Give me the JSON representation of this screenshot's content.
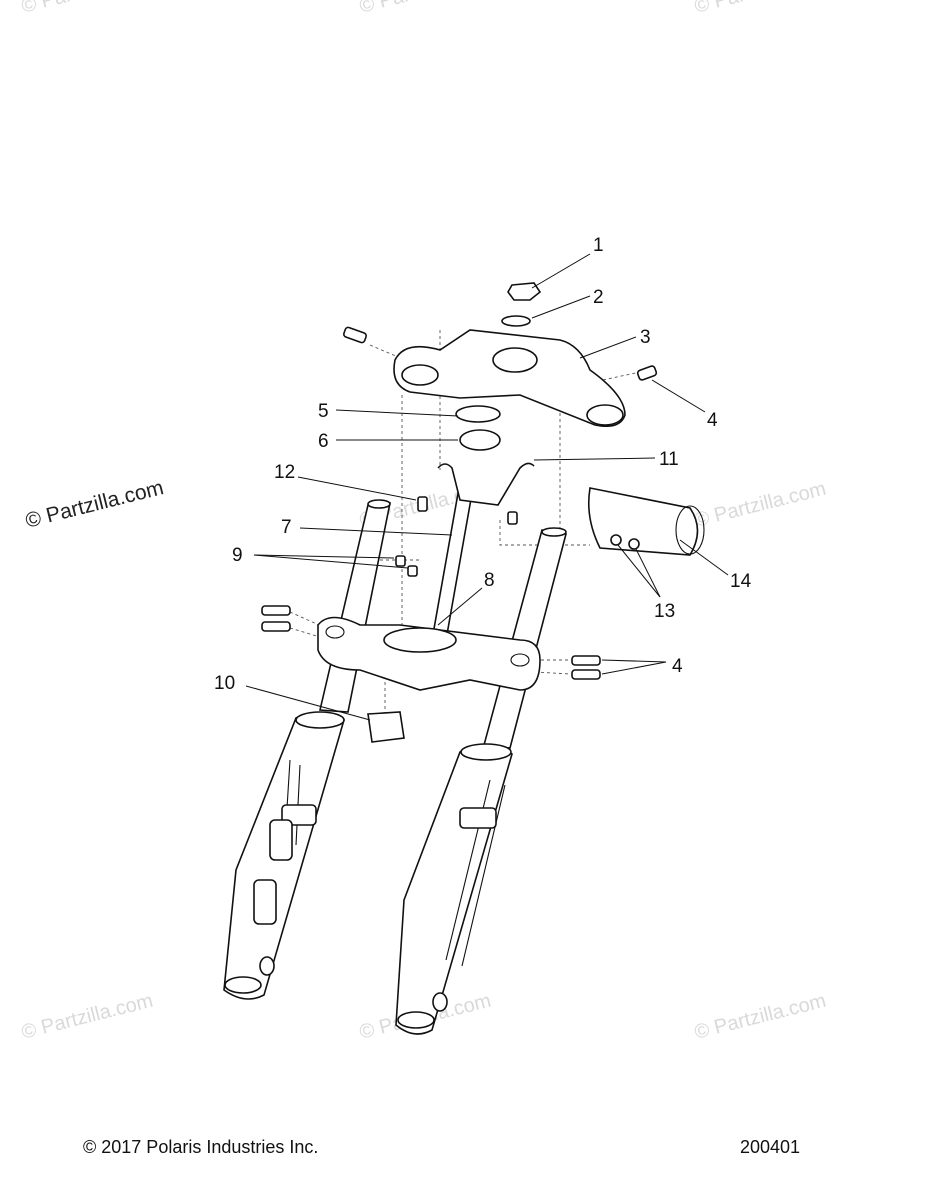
{
  "watermarks": [
    "© Partzilla.com",
    "© Partzilla.com",
    "© Partzilla.com",
    "© Partzilla.com",
    "© Partzilla.com",
    "© Partzilla.com",
    "© Partzilla.com",
    "© Partzilla.com",
    "© Partzilla.com"
  ],
  "callouts": [
    "1",
    "2",
    "3",
    "4",
    "5",
    "6",
    "11",
    "12",
    "7",
    "9",
    "8",
    "13",
    "14",
    "4",
    "10"
  ],
  "footer": {
    "copyright": "© 2017 Polaris Industries Inc.",
    "diagram_id": "200401"
  }
}
